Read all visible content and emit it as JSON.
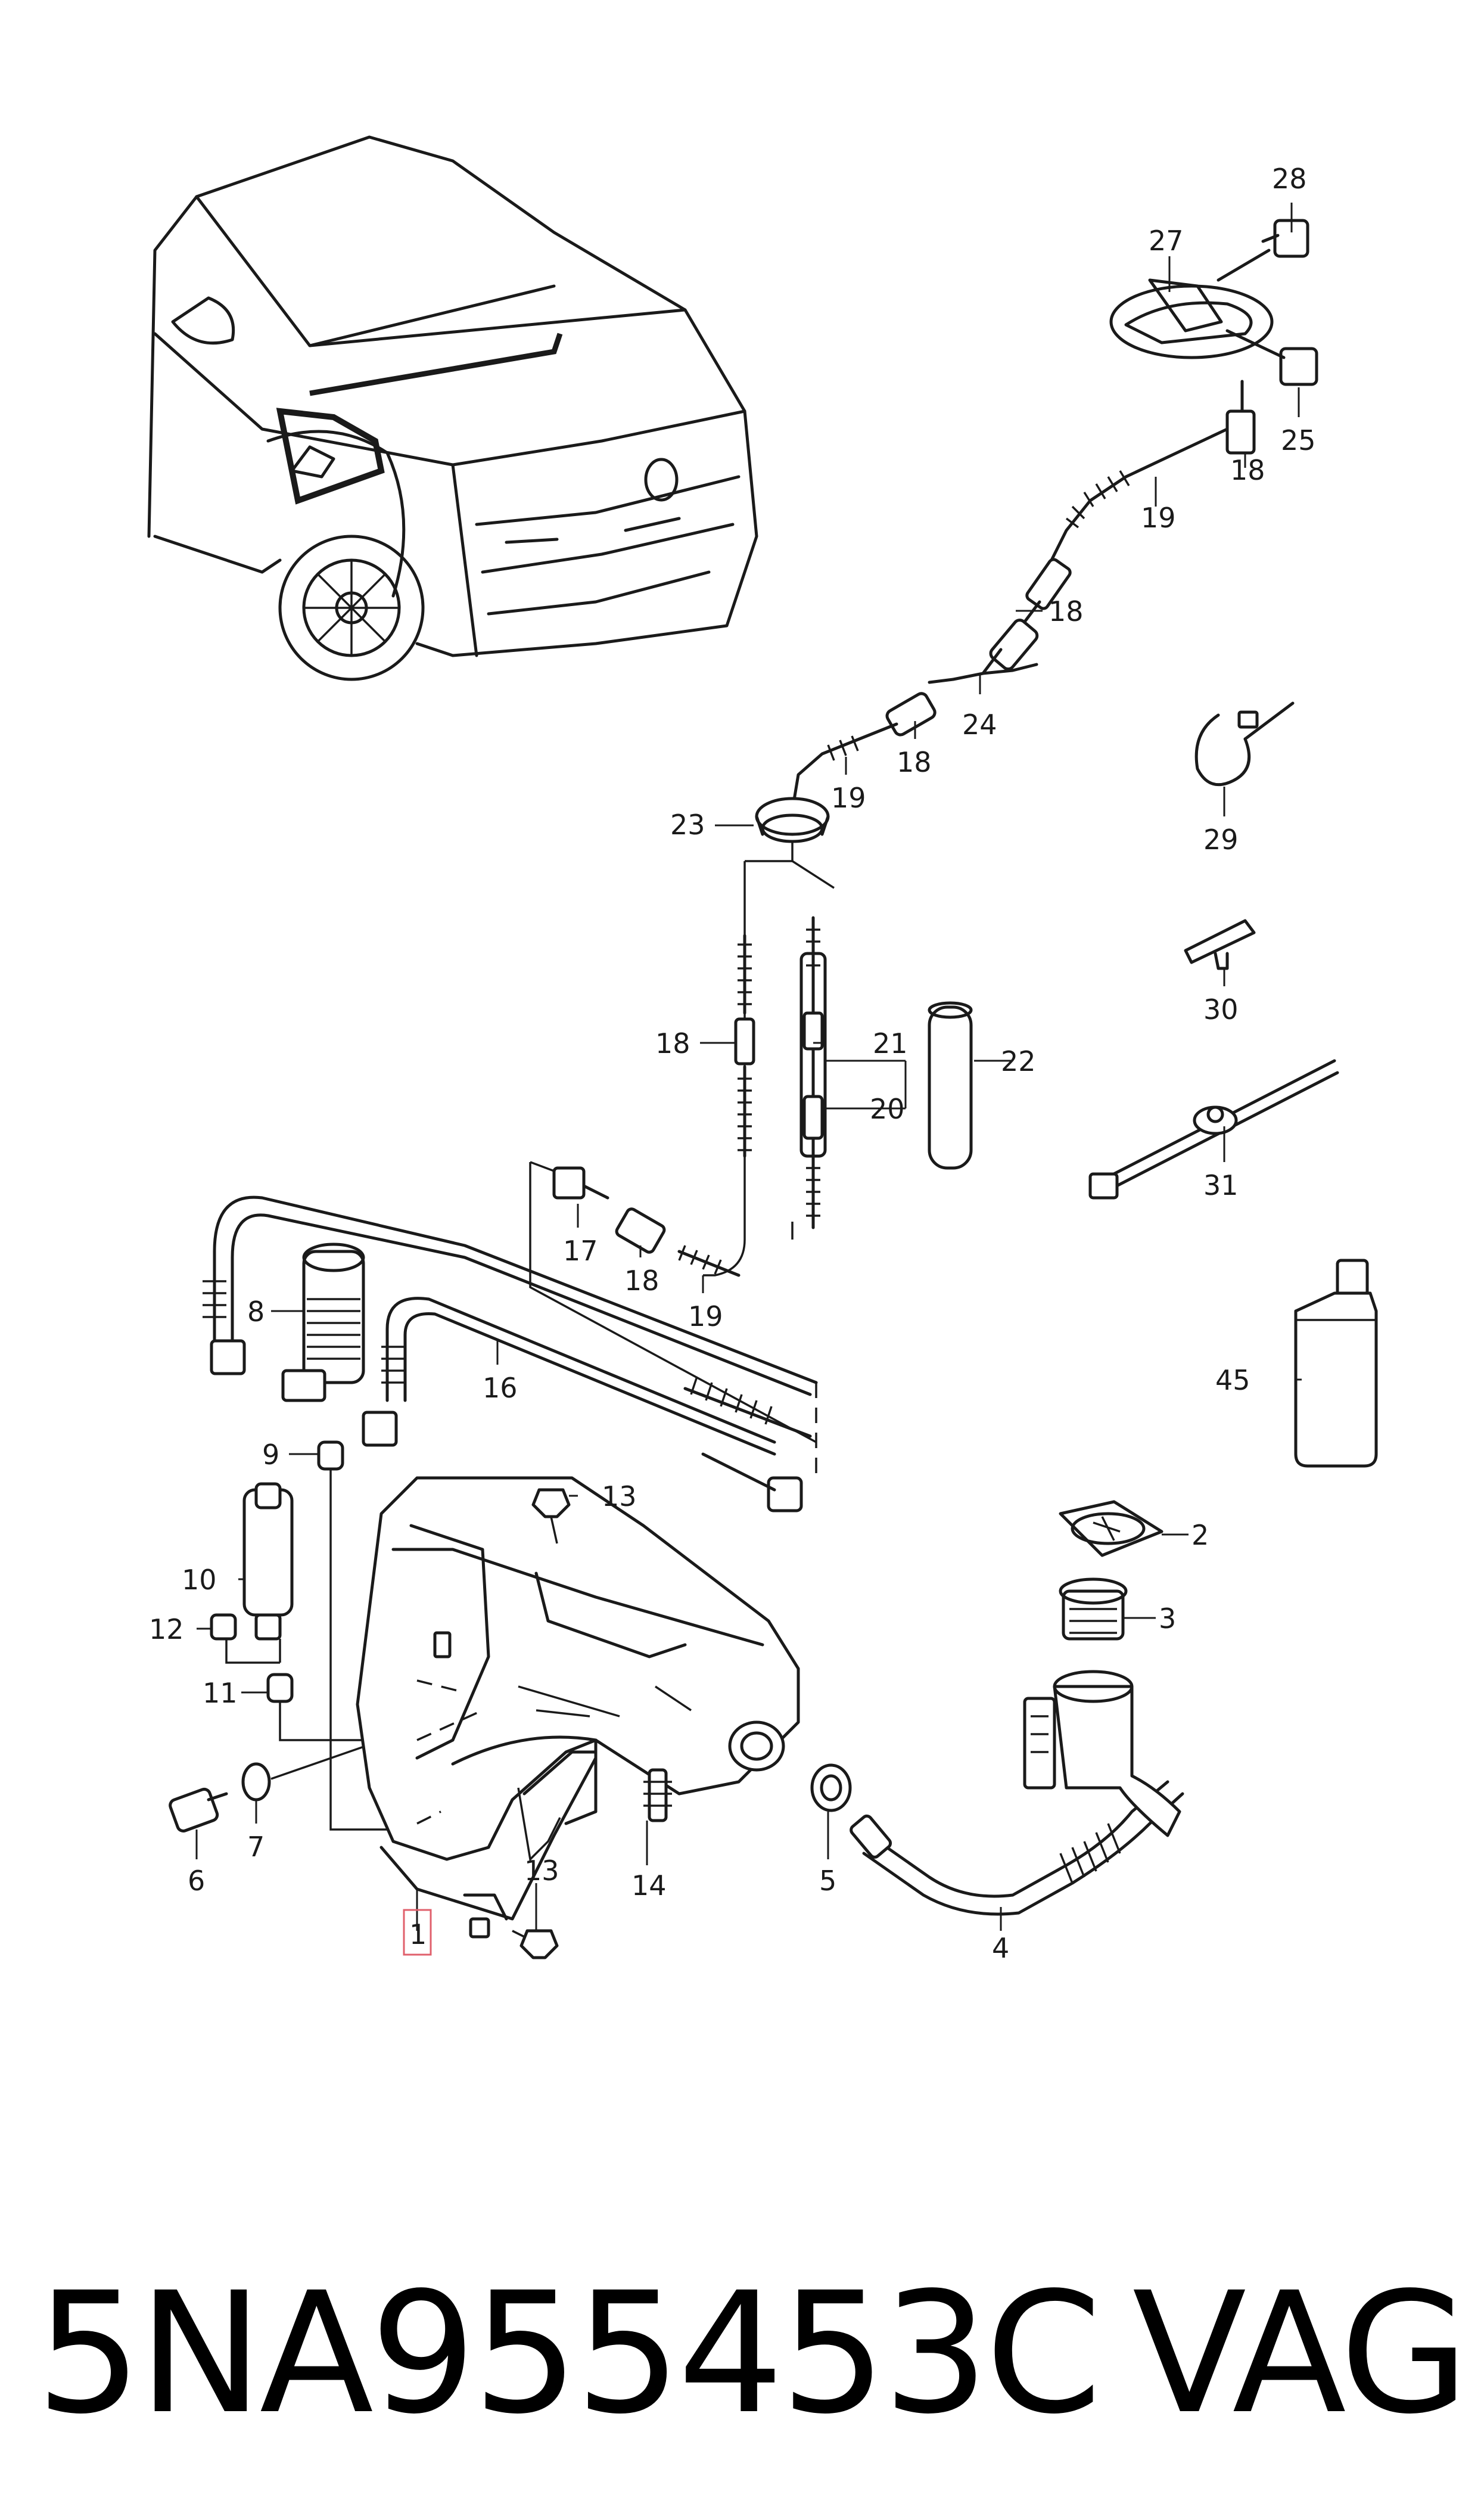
{
  "callouts": {
    "c1": "1",
    "c2": "2",
    "c3": "3",
    "c4": "4",
    "c5": "5",
    "c6": "6",
    "c7": "7",
    "c8": "8",
    "c9": "9",
    "c10": "10",
    "c11": "11",
    "c12": "12",
    "c13a": "13",
    "c13b": "13",
    "c14": "14",
    "c16": "16",
    "c17": "17",
    "c18a": "18",
    "c18b": "18",
    "c18c": "18",
    "c18d": "18",
    "c18e": "18",
    "c19a": "19",
    "c19b": "19",
    "c19c": "19",
    "c20": "20",
    "c21": "21",
    "c22": "22",
    "c23": "23",
    "c24": "24",
    "c25": "25",
    "c27": "27",
    "c28": "28",
    "c29": "29",
    "c30": "30",
    "c31": "31",
    "c45": "45"
  },
  "footer": {
    "part_number": "5NA955453C",
    "brand": "VAG"
  },
  "colors": {
    "line": "#1a1a1a",
    "highlight": "#e0606c",
    "background": "#ffffff"
  }
}
